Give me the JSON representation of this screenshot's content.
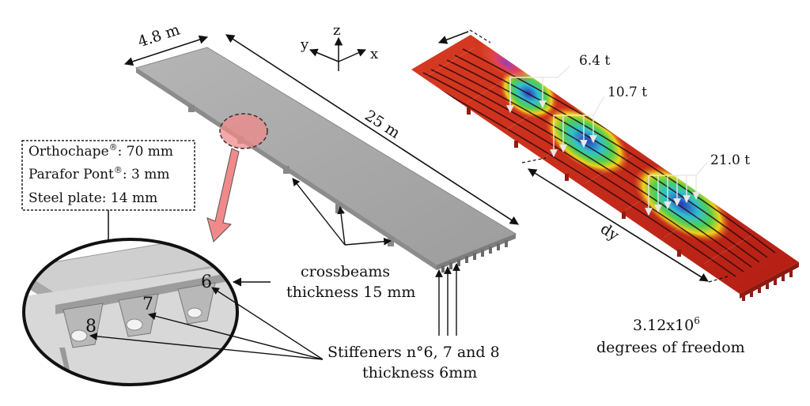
{
  "labels": {
    "width_dim": "4.8 m",
    "length_dim": "25 m",
    "axis_z": "z",
    "axis_y": "y",
    "axis_x": "x",
    "load_1": "6.4 t",
    "load_2": "10.7 t",
    "load_3": "21.0 t",
    "dy": "dy",
    "crossbeams_line1": "crossbeams",
    "crossbeams_line2": "thickness 15 mm",
    "stiffeners_line1": "Stiffeners n°6, 7 and 8",
    "stiffeners_line2": "thickness 6mm",
    "dof_line2": "degrees of freedom",
    "stiffener_6": "6",
    "stiffener_7": "7",
    "stiffener_8": "8"
  },
  "dof": {
    "base": "3.12x10",
    "exponent": "6"
  },
  "layers_box": [
    {
      "name": "Orthochape",
      "mark": "®",
      "value": ": 70 mm"
    },
    {
      "name": "Parafor Pont",
      "mark": "®",
      "value": ": 3 mm"
    },
    {
      "name": "Steel plate",
      "mark": "",
      "value": ": 14 mm"
    }
  ],
  "colors": {
    "deck": "#a9a9a9",
    "deck_edge": "#7a7a7a",
    "highlight": "#f08a8a",
    "fe_red": "#c8281c",
    "fe_yellow": "#f2d21a",
    "fe_green": "#3cc06a",
    "fe_blue": "#2848c8"
  }
}
